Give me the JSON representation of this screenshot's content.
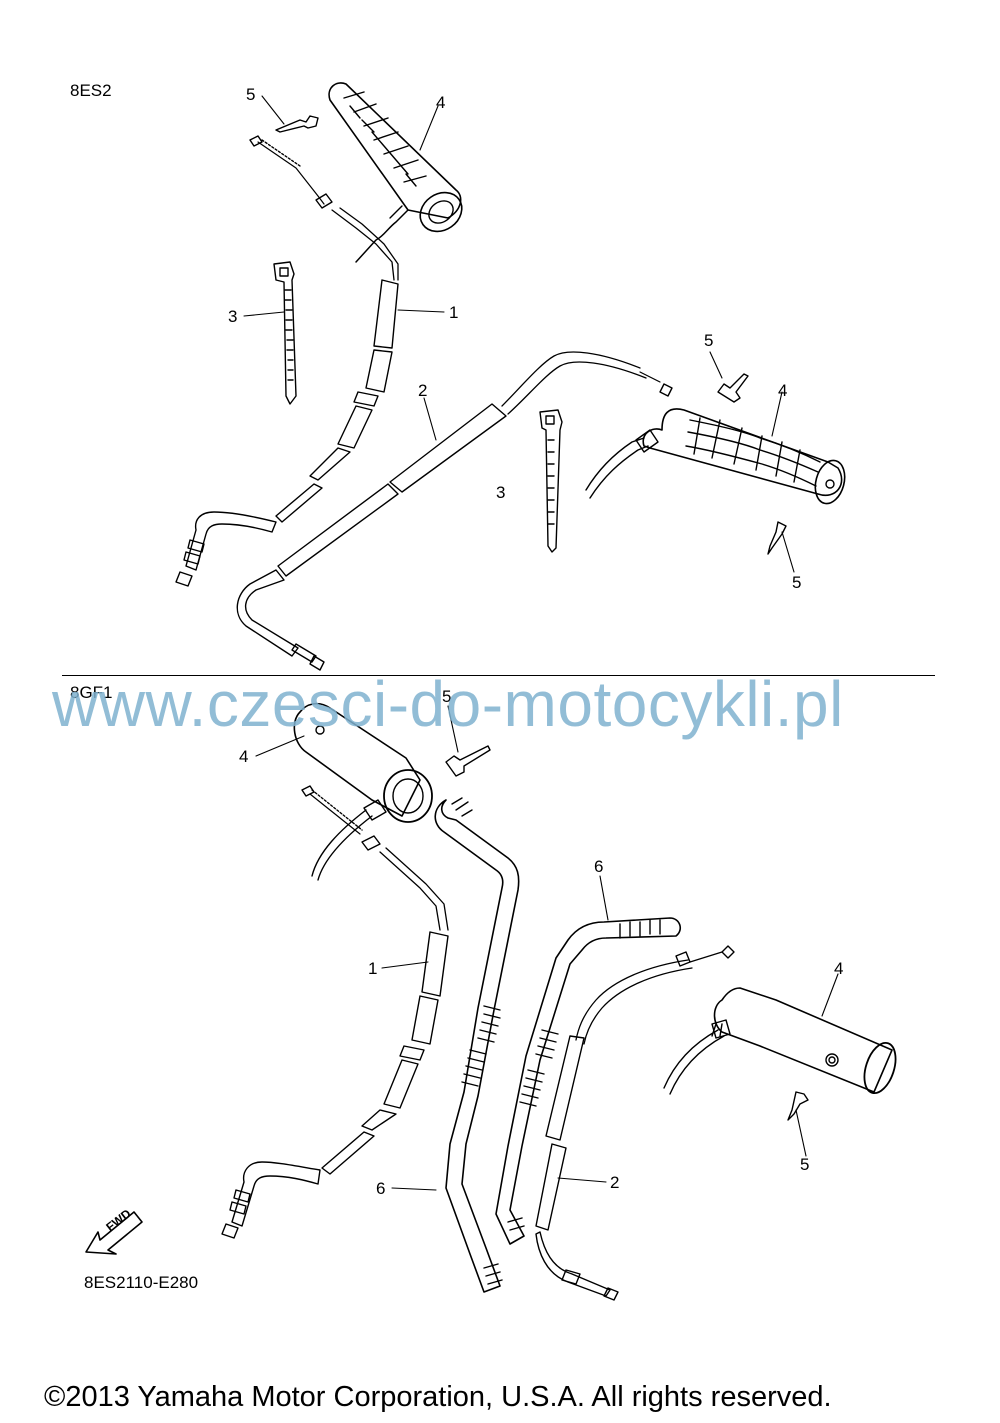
{
  "diagram": {
    "section_top_code": "8ES2",
    "section_bottom_code": "8GF1",
    "drawing_code": "8ES2110-E280",
    "fwd_label": "FWD",
    "callouts_top": [
      "5",
      "4",
      "3",
      "1",
      "2",
      "5",
      "4",
      "3",
      "5"
    ],
    "callouts_bottom": [
      "5",
      "4",
      "1",
      "6",
      "4",
      "6",
      "2",
      "5"
    ]
  },
  "watermark": "www.czesci-do-motocykli.pl",
  "copyright": "©2013 Yamaha Motor Corporation, U.S.A. All rights reserved.",
  "colors": {
    "line": "#000000",
    "watermark": "#7fb2d0",
    "background": "#ffffff"
  }
}
